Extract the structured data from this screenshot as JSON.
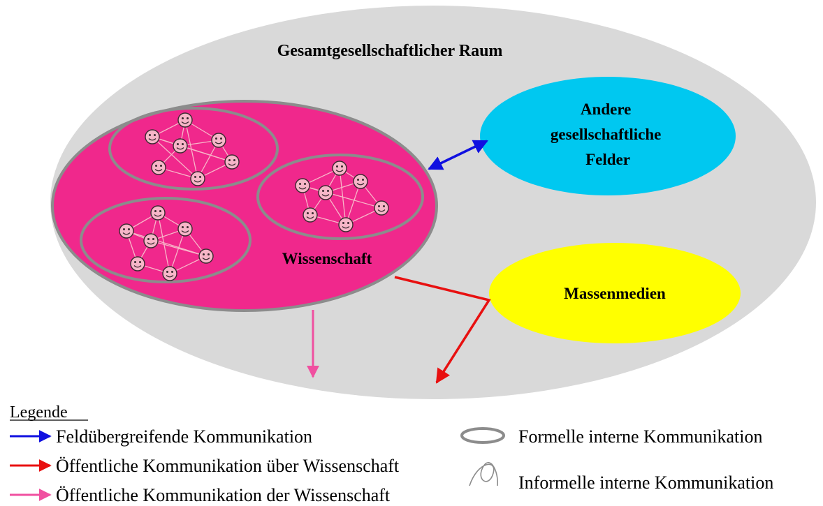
{
  "diagram": {
    "society_label": "Gesamtgesellschaftlicher Raum",
    "other_fields_lines": [
      "Andere",
      "gesellschaftliche",
      "Felder"
    ],
    "science_label": "Wissenschaft",
    "mass_media_label": "Massenmedien"
  },
  "legend": {
    "title": "Legende",
    "items": {
      "cross_field": "Feldübergreifende Kommunikation",
      "public_about_science": "Öffentliche Kommunikation über Wissenschaft",
      "public_of_science": "Öffentliche Kommunikation der Wissenschaft",
      "formal_internal": "Formelle interne Kommunikation",
      "informal_internal": "Informelle interne Kommunikation"
    }
  },
  "colors": {
    "society": "#d9d9d9",
    "science": "#f0288c",
    "other_fields": "#00c8f0",
    "mass_media": "#ffff00",
    "group_outline": "#8c8c8c",
    "cross_field_arrow": "#1010e0",
    "public_about_arrow": "#e81010",
    "public_of_arrow": "#f050a0",
    "face": "#f7b6c8"
  }
}
